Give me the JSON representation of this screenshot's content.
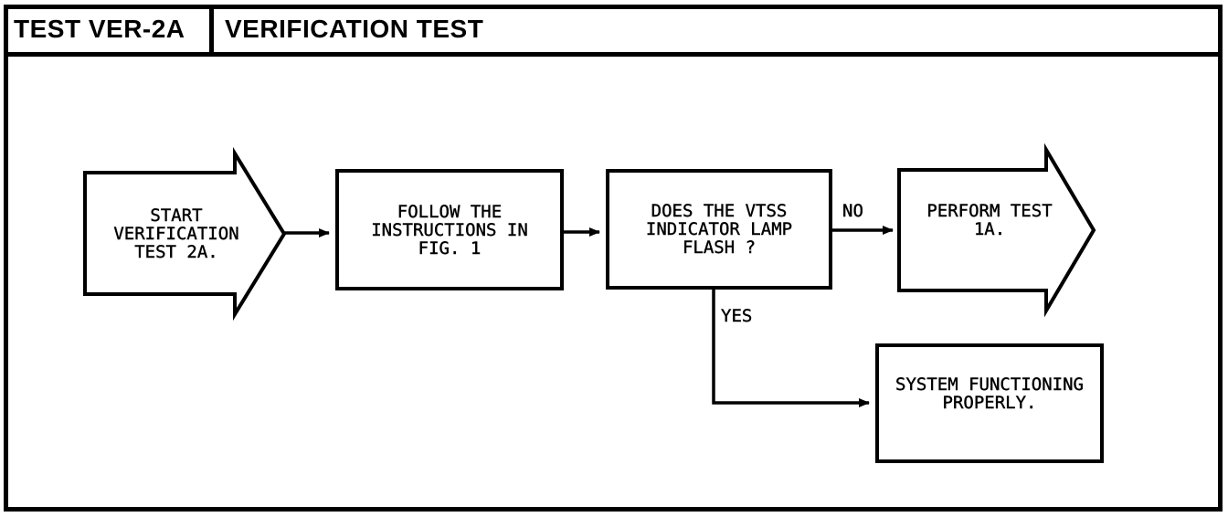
{
  "header": {
    "test_id": "TEST VER-2A",
    "title": "VERIFICATION TEST"
  },
  "flowchart": {
    "start": {
      "label": "START\nVERIFICATION\nTEST 2A."
    },
    "step_instructions": {
      "label": "FOLLOW THE\nINSTRUCTIONS IN\nFIG. 1"
    },
    "decision_lamp": {
      "label": "DOES THE VTSS\nINDICATOR LAMP\nFLASH ?"
    },
    "branch_no": {
      "label": "NO"
    },
    "branch_yes": {
      "label": "YES"
    },
    "exit_no": {
      "label": "PERFORM TEST\n1A."
    },
    "result_yes": {
      "label": "SYSTEM FUNCTIONING\nPROPERLY."
    },
    "colors": {
      "ink": "#000000",
      "paper": "#ffffff"
    }
  }
}
